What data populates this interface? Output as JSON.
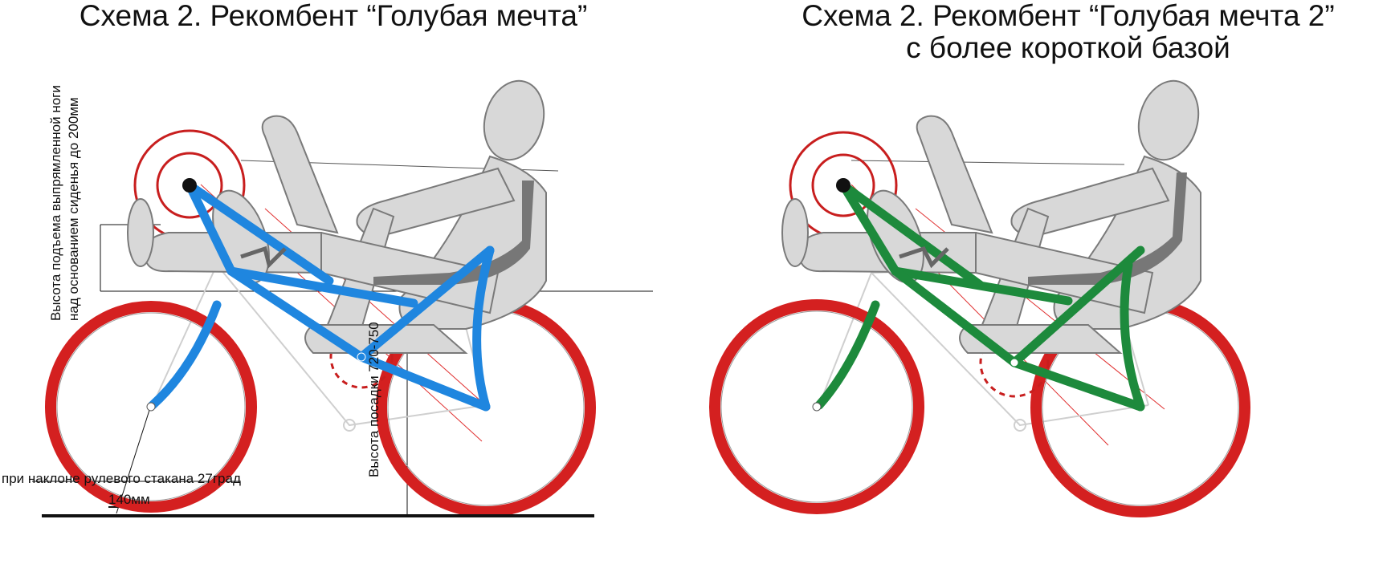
{
  "diagrams": [
    {
      "title_line1": "Схема 2. Рекомбент “Голубая мечта”",
      "title_line2": "",
      "frame_color": "#1f86df",
      "annotations": {
        "leg_height_line1": "Высота подъема выпрямленной ноги",
        "leg_height_line2": "над основанием сиденья до 200мм",
        "seat_height": "Высота посадки 720-750",
        "head_tube_note": "при наклоне рулевого стакана 27град",
        "trail": "140мм"
      }
    },
    {
      "title_line1": "Схема 2. Рекомбент “Голубая мечта 2”",
      "title_line2": "с более короткой базой",
      "frame_color": "#1d8a3c"
    }
  ],
  "colors": {
    "wheel": "#d42020",
    "body": "#d8d8d8",
    "body_outline": "#9a9a9a",
    "seat": "#777777",
    "ground": "#111111"
  }
}
